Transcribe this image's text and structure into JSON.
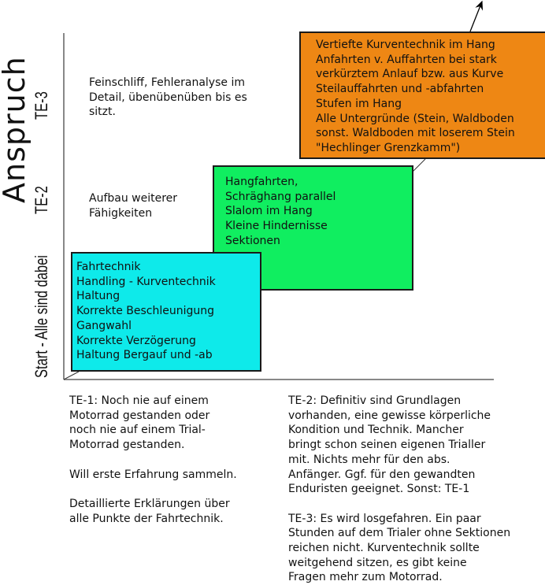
{
  "axis": {
    "y_label": "Anspruch"
  },
  "levels": [
    "Start - Alle sind dabei",
    "TE-2",
    "TE-3"
  ],
  "level_notes": {
    "te2": [
      "Aufbau weiterer",
      "Fähigkeiten"
    ],
    "te3": [
      "Feinschliff, Fehleranalyse im",
      "Detail, übenübenüben bis es",
      "sitzt."
    ]
  },
  "boxes": {
    "start": {
      "color": "#0eeaea",
      "lines": [
        "Fahrtechnik",
        "Handling - Kurventechnik",
        "Haltung",
        "Korrekte Beschleunigung",
        "Gangwahl",
        "Korrekte Verzögerung",
        "Haltung Bergauf und -ab"
      ]
    },
    "te2": {
      "color": "#10ee60",
      "lines": [
        "Hangfahrten,",
        "Schräghang parallel",
        "Slalom im Hang",
        "Kleine Hindernisse",
        "Sektionen"
      ]
    },
    "te3": {
      "color": "#ee8714",
      "lines": [
        "Vertiefte Kurventechnik im Hang",
        "Anfahrten v. Auffahrten bei stark",
        "verkürztem Anlauf bzw. aus Kurve",
        "Steilauffahrten und -abfahrten",
        "Stufen im Hang",
        "Alle Untergründe (Stein, Waldboden",
        "sonst. Waldboden mit loserem Stein",
        "\"Hechlinger Grenzkamm\")"
      ]
    }
  },
  "descriptions": {
    "left": [
      "TE-1: Noch nie auf einem",
      "Motorrad gestanden oder",
      "noch nie auf einem Trial-",
      "Motorrad gestanden.",
      "",
      "Will erste Erfahrung sammeln.",
      "",
      "Detaillierte Erklärungen über",
      "alle Punkte der Fahrtechnik."
    ],
    "right": [
      "TE-2: Definitiv sind Grundlagen",
      "vorhanden, eine gewisse körperliche",
      "Kondition und Technik. Mancher",
      "bringt schon seinen eigenen Trialler",
      "mit. Nichts mehr für den abs.",
      "Anfänger. Ggf. für den gewandten",
      "Enduristen geeignet. Sonst: TE-1",
      "",
      "TE-3: Es wird losgefahren. Ein paar",
      "Stunden auf dem Trialer ohne Sektionen",
      "reichen nicht. Kurventechnik sollte",
      "weitgehend sitzen, es gibt keine",
      "Fragen mehr zum Motorrad."
    ]
  }
}
